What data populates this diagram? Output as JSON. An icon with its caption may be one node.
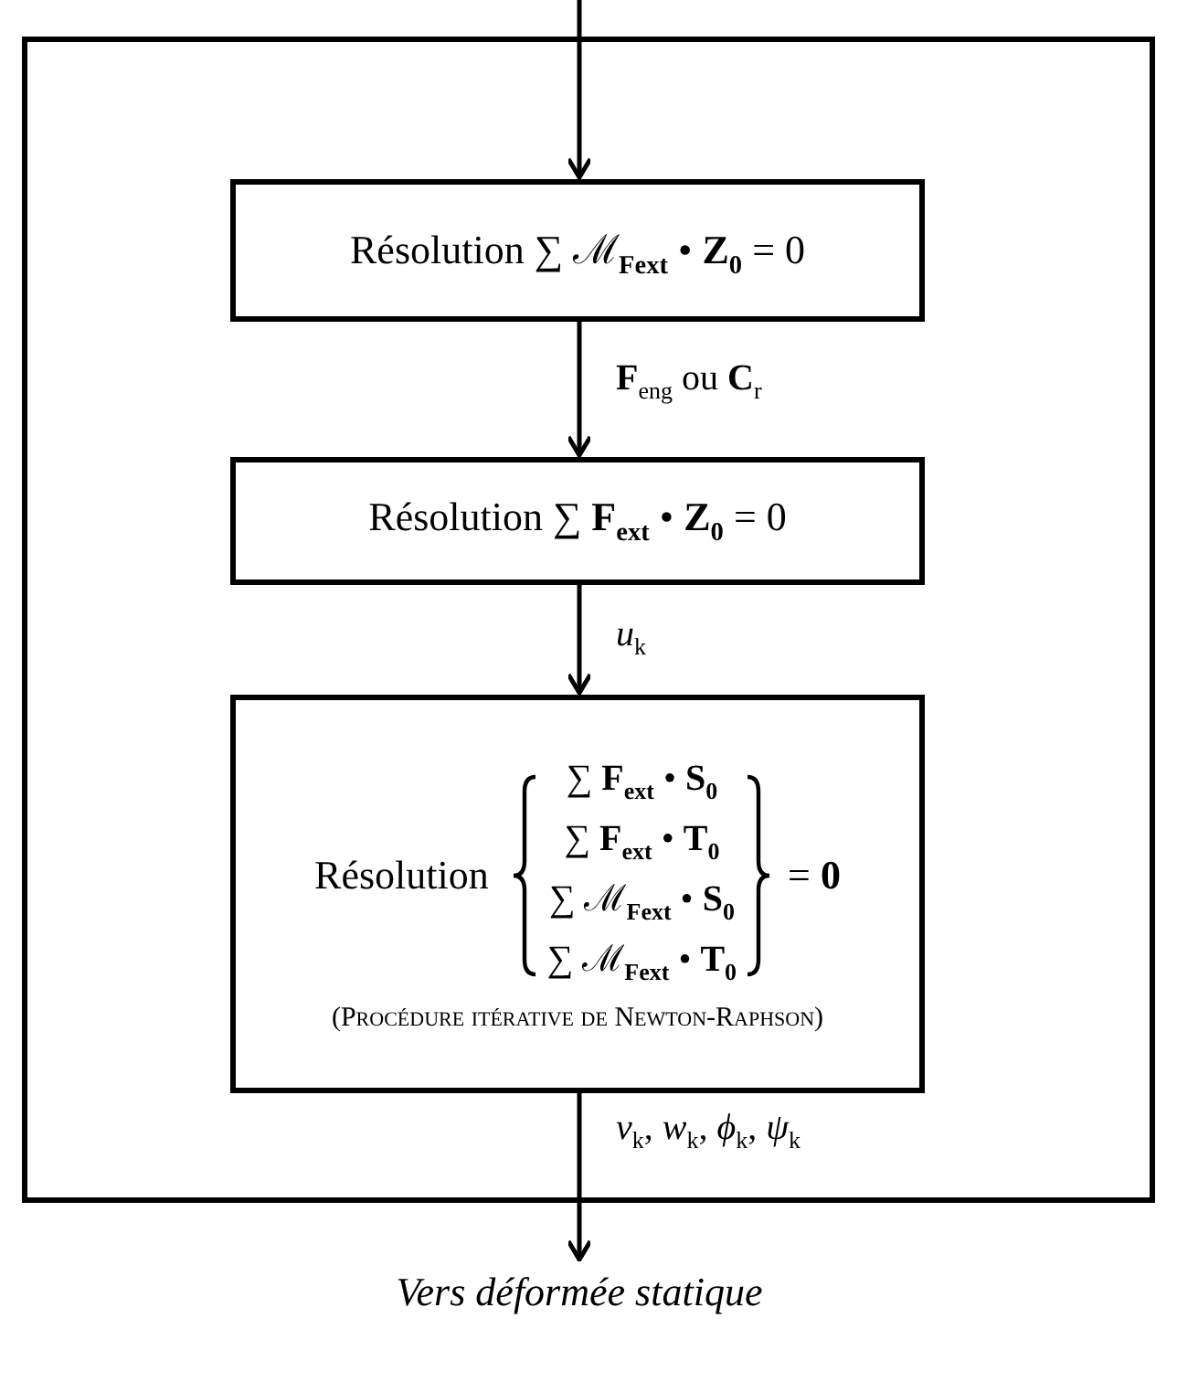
{
  "diagram": {
    "nodes": [
      {
        "text": [],
        "shape": "box"
      },
      {
        "text": [
          "Résolution ∑ ℳ$_{Fext}$ • **Z**$_{0}$ = 0"
        ],
        "in": 0
      },
      {
        "text": [
          "Résolution ∑ **F**$_{ext}$ • **Z**$_{0}$ = 0"
        ],
        "in": 0
      },
      {
        "text": [
          "Résolution",
          "∑ **F**$_{ext}$ • **S**$_{0}$",
          "∑ **F**$_{ext}$ • **T**$_{0}$",
          "∑ ℳ$_{Fext}$ • **S**$_{0}$",
          "∑ ℳ$_{Fext}$ • **T**$_{0}$",
          "= **0**",
          "(Procédure itérative de Newton-Raphson)"
        ],
        "in": 0
      },
      {
        "text": [
          "Vers déformée statique"
        ]
      }
    ],
    "edges": [
      {
        "from": null,
        "to": 1,
        "arrow": "to"
      },
      {
        "from": 1,
        "to": 2,
        "arrow": "to",
        "label": "**F**$_{eng}$ ou **C**$_{r}$"
      },
      {
        "from": 2,
        "to": 3,
        "arrow": "to",
        "label": "*u*$_{k}$"
      },
      {
        "from": 3,
        "to": 4,
        "arrow": "to",
        "label": "*v*$_{k}$, *w*$_{k}$, *ϕ*$_{k}$, *ψ*$_{k}$"
      }
    ]
  }
}
